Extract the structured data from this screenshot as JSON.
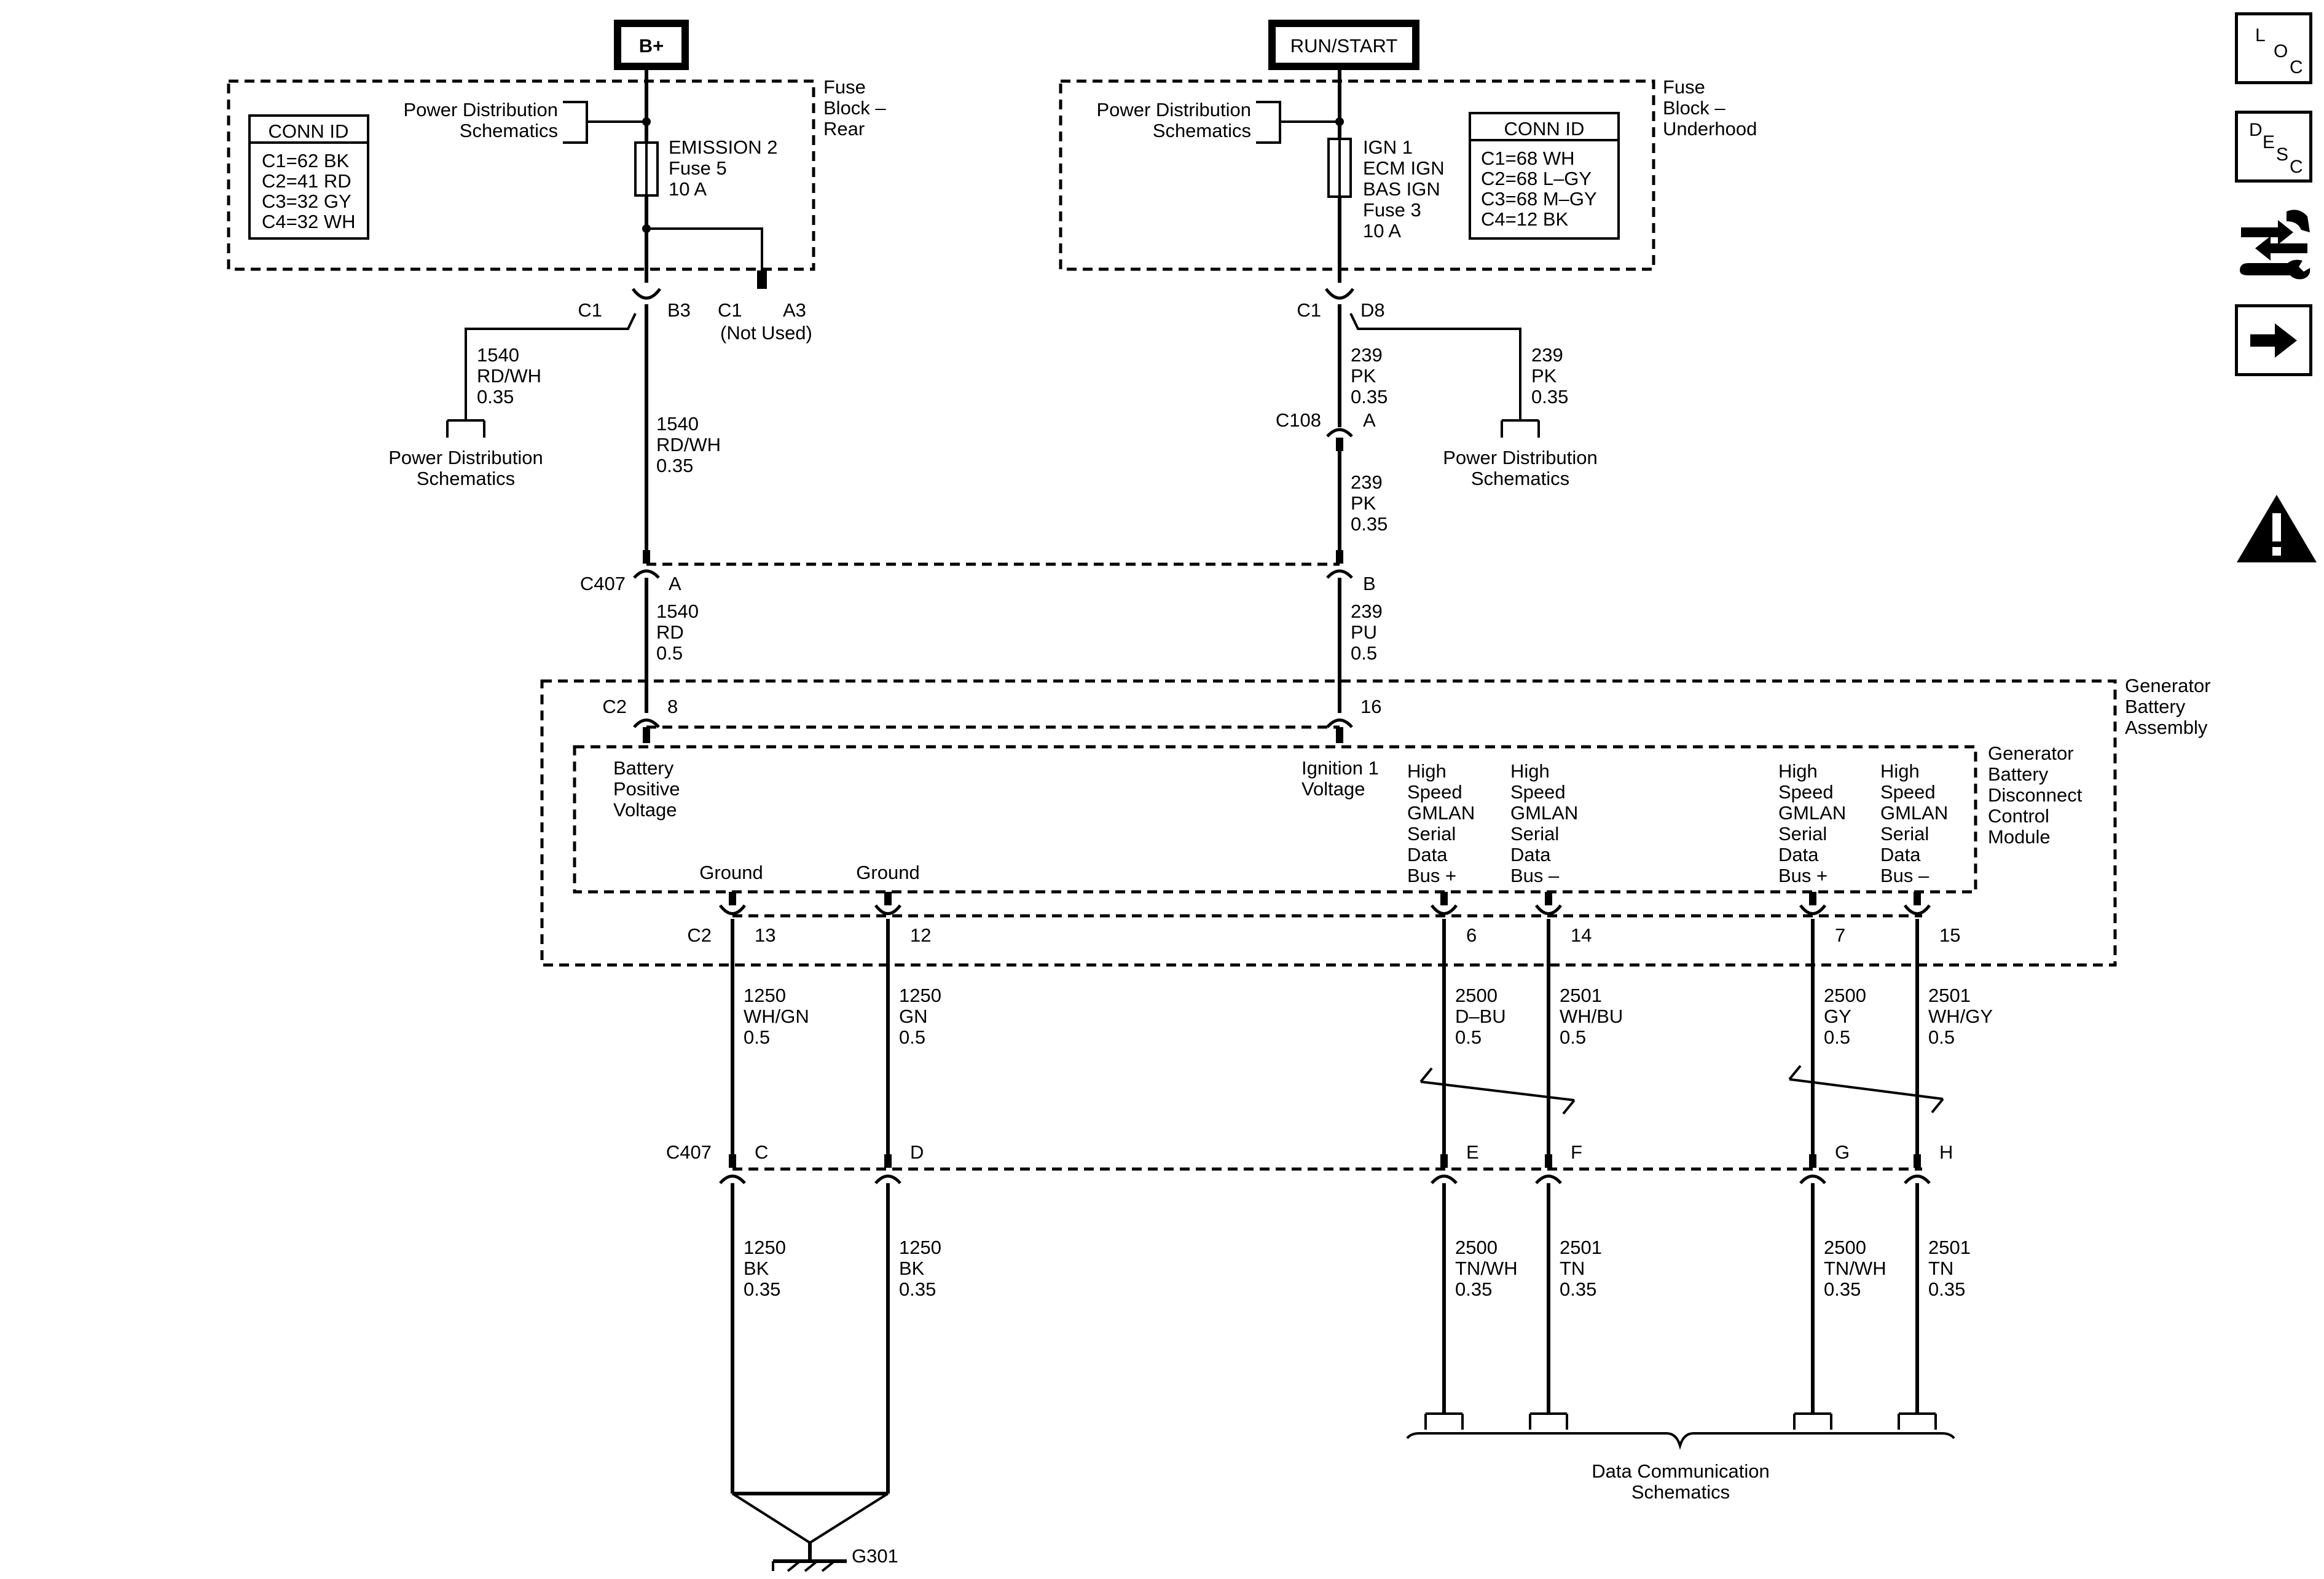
{
  "sources": {
    "bplus": "B+",
    "runstart": "RUN/START"
  },
  "fuse_block_rear": {
    "title": [
      "Fuse",
      "Block –",
      "Rear"
    ],
    "conn_id_title": "CONN ID",
    "conn_id": [
      "C1=62 BK",
      "C2=41 RD",
      "C3=32 GY",
      "C4=32 WH"
    ],
    "pds_label": [
      "Power Distribution",
      "Schematics"
    ],
    "fuse": [
      "EMISSION 2",
      "Fuse 5",
      "10 A"
    ]
  },
  "fuse_block_underhood": {
    "title": [
      "Fuse",
      "Block –",
      "Underhood"
    ],
    "conn_id_title": "CONN ID",
    "conn_id": [
      "C1=68 WH",
      "C2=68 L–GY",
      "C3=68 M–GY",
      "C4=12 BK"
    ],
    "pds_label": [
      "Power Distribution",
      "Schematics"
    ],
    "fuse": [
      "IGN 1",
      "ECM IGN",
      "BAS IGN",
      "Fuse 3",
      "10 A"
    ]
  },
  "connectors_top": {
    "c1_left": "C1",
    "b3": "B3",
    "c1_mid": "C1",
    "a3": "A3",
    "not_used": "(Not Used)",
    "c1_right": "C1",
    "d8": "D8",
    "c108": "C108",
    "c108_pin": "A"
  },
  "wires_top": {
    "w1540_branch": [
      "1540",
      "RD/WH",
      "0.35"
    ],
    "w1540_main": [
      "1540",
      "RD/WH",
      "0.35"
    ],
    "w239_upper": [
      "239",
      "PK",
      "0.35"
    ],
    "w239_branch": [
      "239",
      "PK",
      "0.35"
    ],
    "w239_lower": [
      "239",
      "PK",
      "0.35"
    ],
    "pds_left": [
      "Power Distribution",
      "Schematics"
    ],
    "pds_right": [
      "Power Distribution",
      "Schematics"
    ]
  },
  "c407_upper": {
    "name": "C407",
    "pin_a": "A",
    "pin_b": "B",
    "wire_a": [
      "1540",
      "RD",
      "0.5"
    ],
    "wire_b": [
      "239",
      "PU",
      "0.5"
    ]
  },
  "generator_assembly": {
    "title": [
      "Generator",
      "Battery",
      "Assembly"
    ],
    "c2": "C2",
    "pin_8": "8",
    "pin_16": "16",
    "module_title": [
      "Generator",
      "Battery",
      "Disconnect",
      "Control",
      "Module"
    ],
    "battery_positive": [
      "Battery",
      "Positive",
      "Voltage"
    ],
    "ignition": [
      "Ignition 1",
      "Voltage"
    ],
    "hs_plus_1": [
      "High",
      "Speed",
      "GMLAN",
      "Serial",
      "Data",
      "Bus +"
    ],
    "hs_minus_1": [
      "High",
      "Speed",
      "GMLAN",
      "Serial",
      "Data",
      "Bus –"
    ],
    "hs_plus_2": [
      "High",
      "Speed",
      "GMLAN",
      "Serial",
      "Data",
      "Bus +"
    ],
    "hs_minus_2": [
      "High",
      "Speed",
      "GMLAN",
      "Serial",
      "Data",
      "Bus –"
    ],
    "ground_1": "Ground",
    "ground_2": "Ground",
    "c2_lower": "C2",
    "pins_lower": [
      "13",
      "12",
      "6",
      "14",
      "7",
      "15"
    ]
  },
  "wires_mid": [
    [
      "1250",
      "WH/GN",
      "0.5"
    ],
    [
      "1250",
      "GN",
      "0.5"
    ],
    [
      "2500",
      "D–BU",
      "0.5"
    ],
    [
      "2501",
      "WH/BU",
      "0.5"
    ],
    [
      "2500",
      "GY",
      "0.5"
    ],
    [
      "2501",
      "WH/GY",
      "0.5"
    ]
  ],
  "c407_lower": {
    "name": "C407",
    "pins": [
      "C",
      "D",
      "E",
      "F",
      "G",
      "H"
    ]
  },
  "wires_bottom": [
    [
      "1250",
      "BK",
      "0.35"
    ],
    [
      "1250",
      "BK",
      "0.35"
    ],
    [
      "2500",
      "TN/WH",
      "0.35"
    ],
    [
      "2501",
      "TN",
      "0.35"
    ],
    [
      "2500",
      "TN/WH",
      "0.35"
    ],
    [
      "2501",
      "TN",
      "0.35"
    ]
  ],
  "data_comm": [
    "Data Communication",
    "Schematics"
  ],
  "ground": "G301",
  "nav": {
    "loc": [
      "L",
      "O",
      "C"
    ],
    "desc": [
      "D",
      "E",
      "S",
      "C"
    ],
    "tools_icon": "wrench-arrows-icon",
    "next_icon": "right-arrow-icon",
    "warning_icon": "warning-icon"
  }
}
